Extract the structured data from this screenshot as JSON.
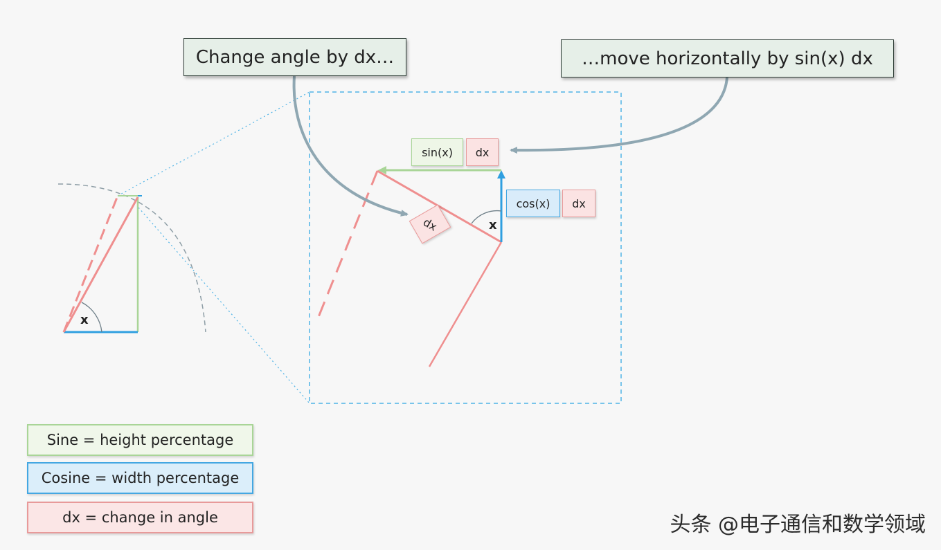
{
  "callouts": {
    "change_angle": "Change angle by dx…",
    "move_horizontally": "…move horizontally by sin(x) dx"
  },
  "chips": {
    "sin": "sin(x)",
    "sin_dx": "dx",
    "cos": "cos(x)",
    "cos_dx": "dx",
    "arc_dx": "dx"
  },
  "angle_labels": {
    "small": "x",
    "zoomed": "x"
  },
  "legend": {
    "sine": "Sine = height percentage",
    "cosine": "Cosine = width percentage",
    "dx": "dx = change in angle"
  },
  "watermark": "头条 @电子通信和数学领域",
  "colors": {
    "sine": "#a9d597",
    "cosine": "#44a7e2",
    "dx": "#ef8f8f",
    "arrow": "#8fa7b2",
    "zoom_box": "#4fb3e6"
  }
}
